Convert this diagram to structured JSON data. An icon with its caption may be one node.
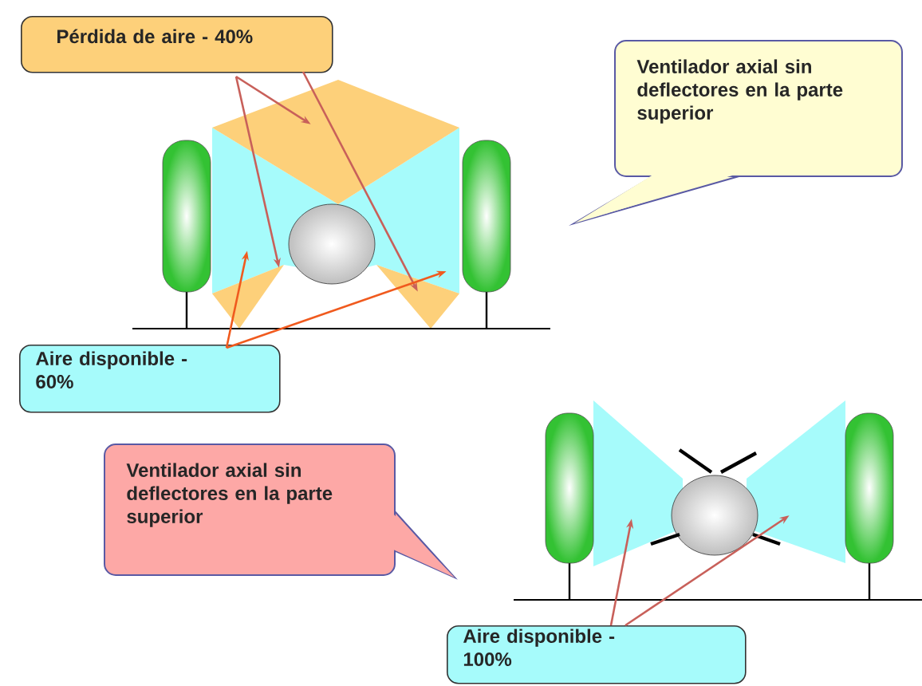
{
  "diagram": {
    "nodes": [
      {
        "text": [
          "Pérdida de aire - 40%"
        ]
      },
      {
        "text": [
          "Aire disponible - 60%"
        ]
      },
      {
        "text": [
          "Ventilador axial sin deflectores en la parte superior"
        ]
      },
      {
        "text": [
          "Ventilador axial sin deflectores en la parte superior"
        ]
      },
      {
        "text": [
          "Aire disponible - 100%"
        ]
      },
      {
        "text": [],
        "shape": "diamond"
      },
      {
        "text": [],
        "shape": "triangle"
      },
      {
        "text": [],
        "shape": "triangle"
      },
      {
        "text": [],
        "shape": "area"
      },
      {
        "text": [],
        "shape": "area"
      },
      {
        "text": [],
        "shape": "area"
      },
      {
        "text": [],
        "shape": "area"
      }
    ],
    "edges": [
      {
        "from": 0,
        "to": 5,
        "arrow": "to"
      },
      {
        "from": 0,
        "to": 6,
        "arrow": "to"
      },
      {
        "from": 0,
        "to": 7,
        "arrow": "to"
      },
      {
        "from": 1,
        "to": 8,
        "arrow": "to",
        "color": "#f05a1e"
      },
      {
        "from": 1,
        "to": 9,
        "arrow": "to",
        "color": "#f05a1e"
      },
      {
        "from": 4,
        "to": 10,
        "arrow": "to"
      },
      {
        "from": 4,
        "to": 11,
        "arrow": "to"
      }
    ]
  }
}
